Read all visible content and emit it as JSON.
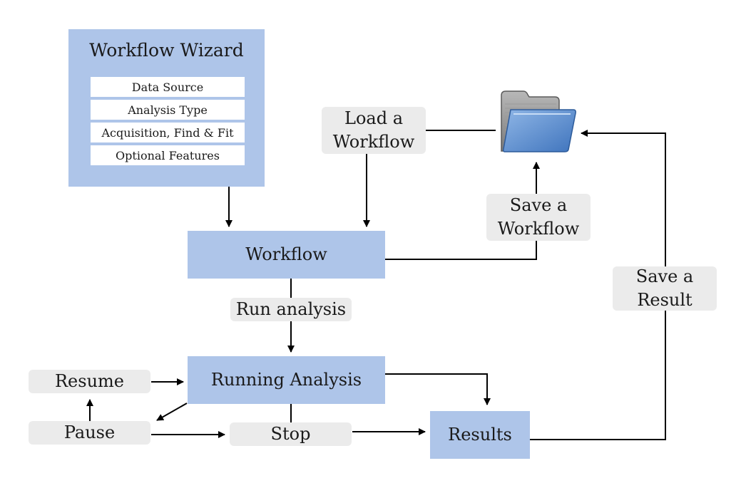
{
  "wizard": {
    "title": "Workflow Wizard",
    "steps": [
      "Data Source",
      "Analysis Type",
      "Acquisition, Find & Fit",
      "Optional Features"
    ]
  },
  "nodes": {
    "workflow": "Workflow",
    "running": "Running Analysis",
    "results": "Results"
  },
  "labels": {
    "load_1": "Load a",
    "load_2": "Workflow",
    "save_wf_1": "Save a",
    "save_wf_2": "Workflow",
    "save_res_1": "Save a",
    "save_res_2": "Result",
    "run": "Run analysis",
    "resume": "Resume",
    "pause": "Pause",
    "stop": "Stop"
  },
  "icons": {
    "storage": "folder-icon"
  },
  "colors": {
    "node_fill": "#aec5e9",
    "label_fill": "#ebebeb",
    "line": "#000000"
  }
}
